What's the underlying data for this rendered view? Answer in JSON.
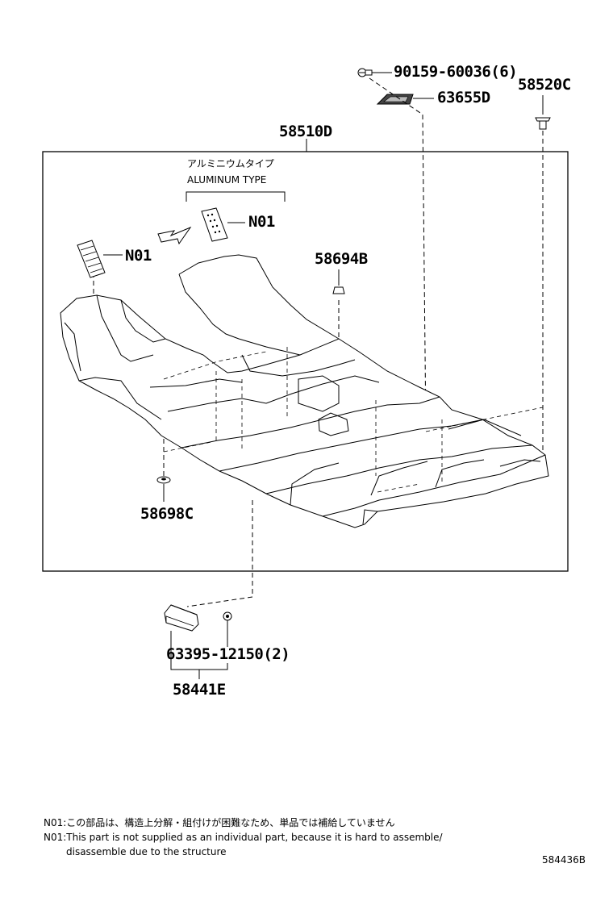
{
  "parts": {
    "bolt": "90159-60036(6)",
    "grommet_top": "63655D",
    "clip_right": "58520C",
    "floor_carpet": "58510D",
    "note_pad": "N01",
    "clip_center": "58694B",
    "clip_left": "58698C",
    "screw_bottom": "63395-12150(2)",
    "floor_plate": "58441E"
  },
  "aluminum_type": {
    "label_jp": "アルミニウムタイプ",
    "label_en": "ALUMINUM TYPE"
  },
  "notes": {
    "line1": "N01:この部品は、構造上分解・組付けが困難なため、単品では補給していません",
    "line2": "N01:This part is not supplied as an individual part,  because it is hard to assemble/",
    "line3": "disassemble due to the structure"
  },
  "diagram_id": "584436B"
}
